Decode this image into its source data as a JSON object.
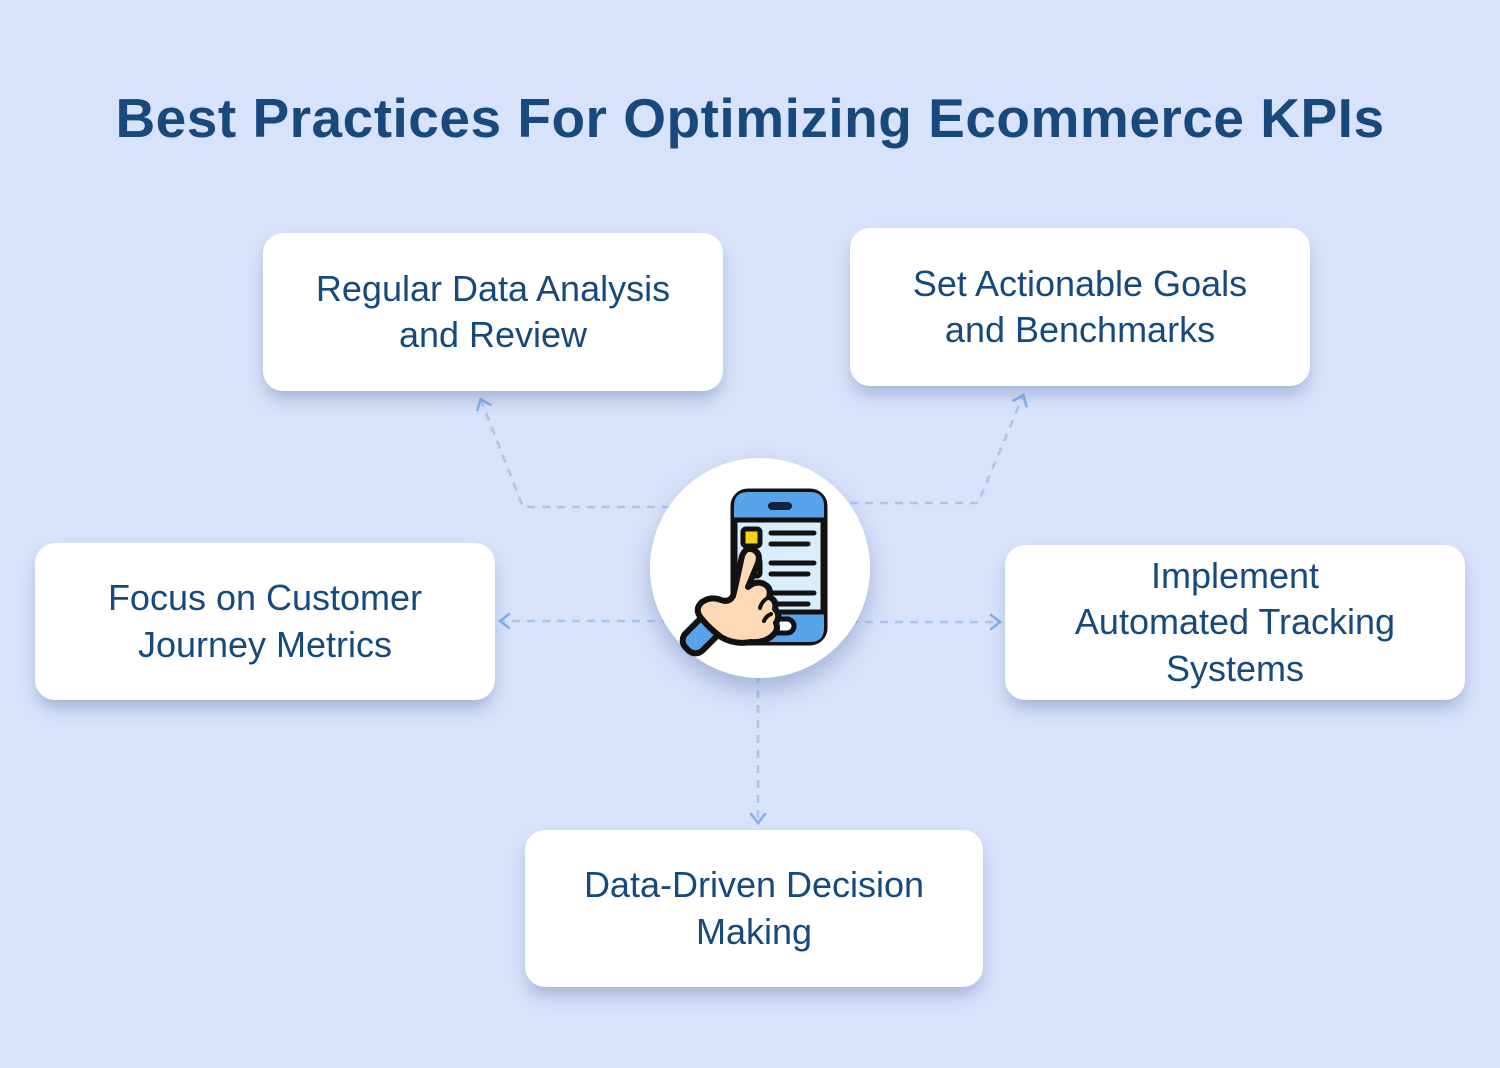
{
  "title": "Best Practices For Optimizing Ecommerce KPIs",
  "cards": [
    {
      "id": "regular-data-analysis",
      "label": "Regular Data Analysis\nand Review"
    },
    {
      "id": "set-actionable-goals",
      "label": "Set Actionable Goals\nand Benchmarks"
    },
    {
      "id": "focus-customer-journey",
      "label": "Focus on Customer\nJourney Metrics"
    },
    {
      "id": "implement-automated-tracking",
      "label": "Implement\nAutomated Tracking\nSystems"
    },
    {
      "id": "data-driven-decision",
      "label": "Data-Driven Decision\nMaking"
    }
  ],
  "center_icon": "mobile-checklist-with-pointing-hand",
  "colors": {
    "background": "#d8e2fa",
    "card_background": "#ffffff",
    "text": "#17497c",
    "connector_dash": "#a9c6f1",
    "connector_arrow": "#84aee8",
    "phone_blue": "#58a3ea",
    "phone_screen": "#d9edfa",
    "checkbox_yellow": "#f6d21b",
    "hand_skin": "#fdd9b6",
    "icon_outline": "#121212"
  }
}
